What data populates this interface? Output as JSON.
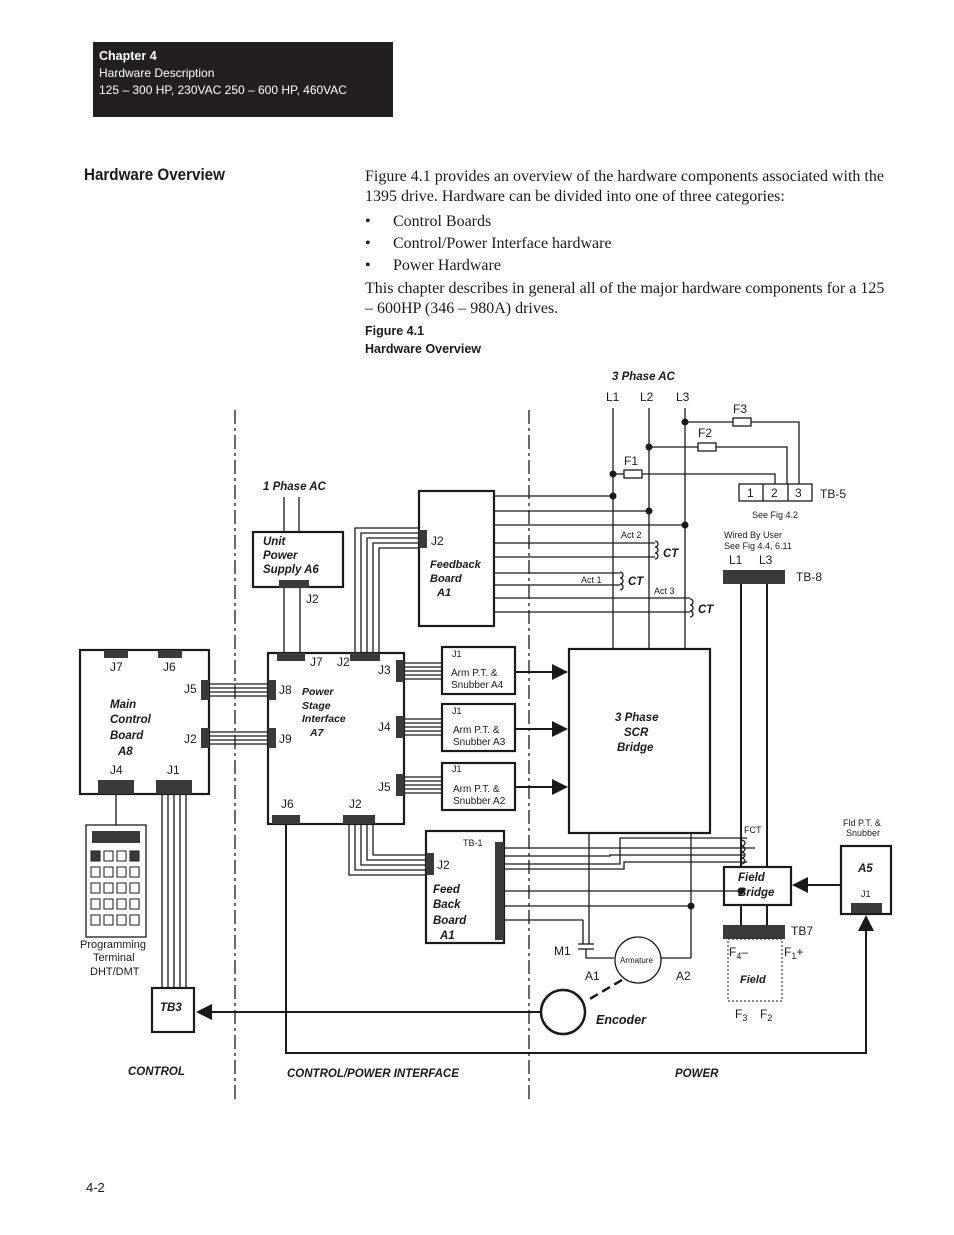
{
  "header": {
    "chapter": "Chapter 4",
    "subtitle": "Hardware Description",
    "range": "125 – 300 HP, 230VAC  250 – 600 HP, 460VAC"
  },
  "section_title": "Hardware Overview",
  "intro_paragraph": "Figure 4.1 provides an overview of the hardware components associated with the 1395 drive.  Hardware can be divided into one of three categories:",
  "bullets": [
    "Control Boards",
    "Control/Power Interface hardware",
    "Power Hardware"
  ],
  "bullet_symbol": "•",
  "closing_paragraph": "This chapter describes in general all of the major hardware components for a  125 – 600HP (346 – 980A) drives.",
  "figure": {
    "number": "Figure 4.1",
    "title": "Hardware Overview",
    "labels": {
      "three_phase_ac": "3 Phase AC",
      "l1": "L1",
      "l2": "L2",
      "l3": "L3",
      "f1": "F1",
      "f2": "F2",
      "f3": "F3",
      "tb5": "TB-5",
      "tb5_1": "1",
      "tb5_2": "2",
      "tb5_3": "3",
      "see_fig_42": "See Fig 4.2",
      "wired_by_user": "Wired By User",
      "see_fig_44": "See Fig 4.4, 6.11",
      "tb8_l1": "L1",
      "tb8_l3": "L3",
      "tb8": "TB-8",
      "one_phase_ac": "1 Phase AC",
      "ups_line1": "Unit",
      "ups_line2": "Power",
      "ups_line3": "Supply A6",
      "ups_j2": "J2",
      "fb_top_j2": "J2",
      "fb_top_line1": "Feedback",
      "fb_top_line2": "Board",
      "fb_top_line3": "A1",
      "act2": "Act 2",
      "act1": "Act 1",
      "act3": "Act 3",
      "ct1": "CT",
      "ct2": "CT",
      "ct3": "CT",
      "mcb_j7": "J7",
      "mcb_j6": "J6",
      "mcb_j5": "J5",
      "mcb_j2": "J2",
      "mcb_j4": "J4",
      "mcb_j1": "J1",
      "mcb_line1": "Main",
      "mcb_line2": "Control",
      "mcb_line3": "Board",
      "mcb_line4": "A8",
      "psi_j7": "J7",
      "psi_j2": "J2",
      "psi_j3": "J3",
      "psi_j8": "J8",
      "psi_j9": "J9",
      "psi_j4": "J4",
      "psi_j5": "J5",
      "psi_j6": "J6",
      "psi_j2b": "J2",
      "psi_line1": "Power",
      "psi_line2": "Stage",
      "psi_line3": "Interface",
      "psi_line4": "A7",
      "a4_j1": "J1",
      "a4_line1": "Arm P.T. &",
      "a4_line2": "Snubber A4",
      "a3_j1": "J1",
      "a3_line1": "Arm P.T. &",
      "a3_line2": "Snubber A3",
      "a2_j1": "J1",
      "a2_line1": "Arm P.T. &",
      "a2_line2": "Snubber A2",
      "scr_line1": "3 Phase",
      "scr_line2": "SCR",
      "scr_line3": "Bridge",
      "fct": "FCT",
      "fld_pt_line1": "Fld P.T. &",
      "fld_pt_line2": "Snubber",
      "a5": "A5",
      "a5_j1": "J1",
      "field_bridge_line1": "Field",
      "field_bridge_line2": "Bridge",
      "tb7": "TB7",
      "f4": "F",
      "f4_sub": "4",
      "f4_sign": "–",
      "f1_field": "F",
      "f1_field_sub": "1",
      "f1_field_sign": "+",
      "field": "Field",
      "f3_field": "F",
      "f3_field_sub": "3",
      "f2_field": "F",
      "f2_field_sub": "2",
      "tb1": "TB-1",
      "fb_bot_j2": "J2",
      "fb_bot_line1": "Feed",
      "fb_bot_line2": "Back",
      "fb_bot_line3": "Board",
      "fb_bot_line4": "A1",
      "m1": "M1",
      "a1": "A1",
      "a2": "A2",
      "armature": "Armature",
      "encoder": "Encoder",
      "prog_line1": "Programming",
      "prog_line2": "Terminal",
      "prog_line3": "DHT/DMT",
      "tb3": "TB3",
      "zone_control": "CONTROL",
      "zone_interface": "CONTROL/POWER INTERFACE",
      "zone_power": "POWER"
    }
  },
  "page_number": "4-2"
}
